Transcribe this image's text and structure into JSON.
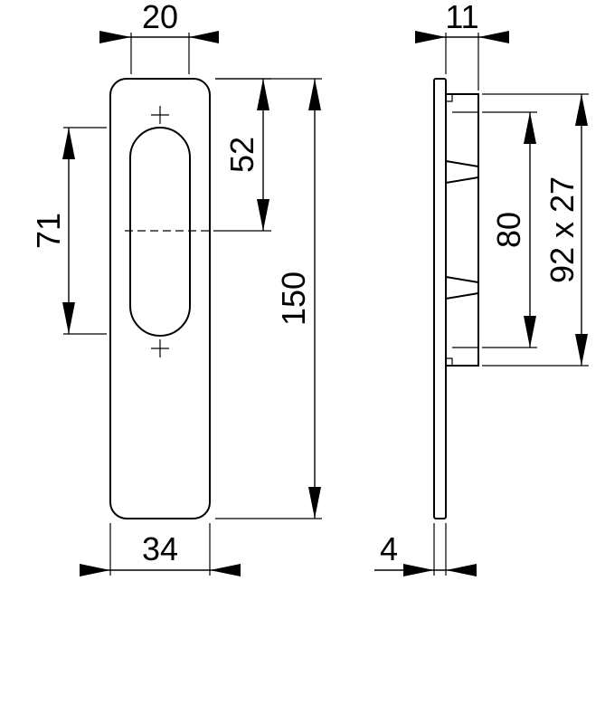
{
  "front_view": {
    "dim_top_width": "20",
    "dim_offset": "52",
    "dim_left_height": "71",
    "dim_total_height": "150",
    "dim_bottom_width": "34"
  },
  "side_view": {
    "dim_depth": "11",
    "dim_inner_height": "80",
    "dim_outer_height": "92 x 27",
    "dim_thickness": "4"
  }
}
